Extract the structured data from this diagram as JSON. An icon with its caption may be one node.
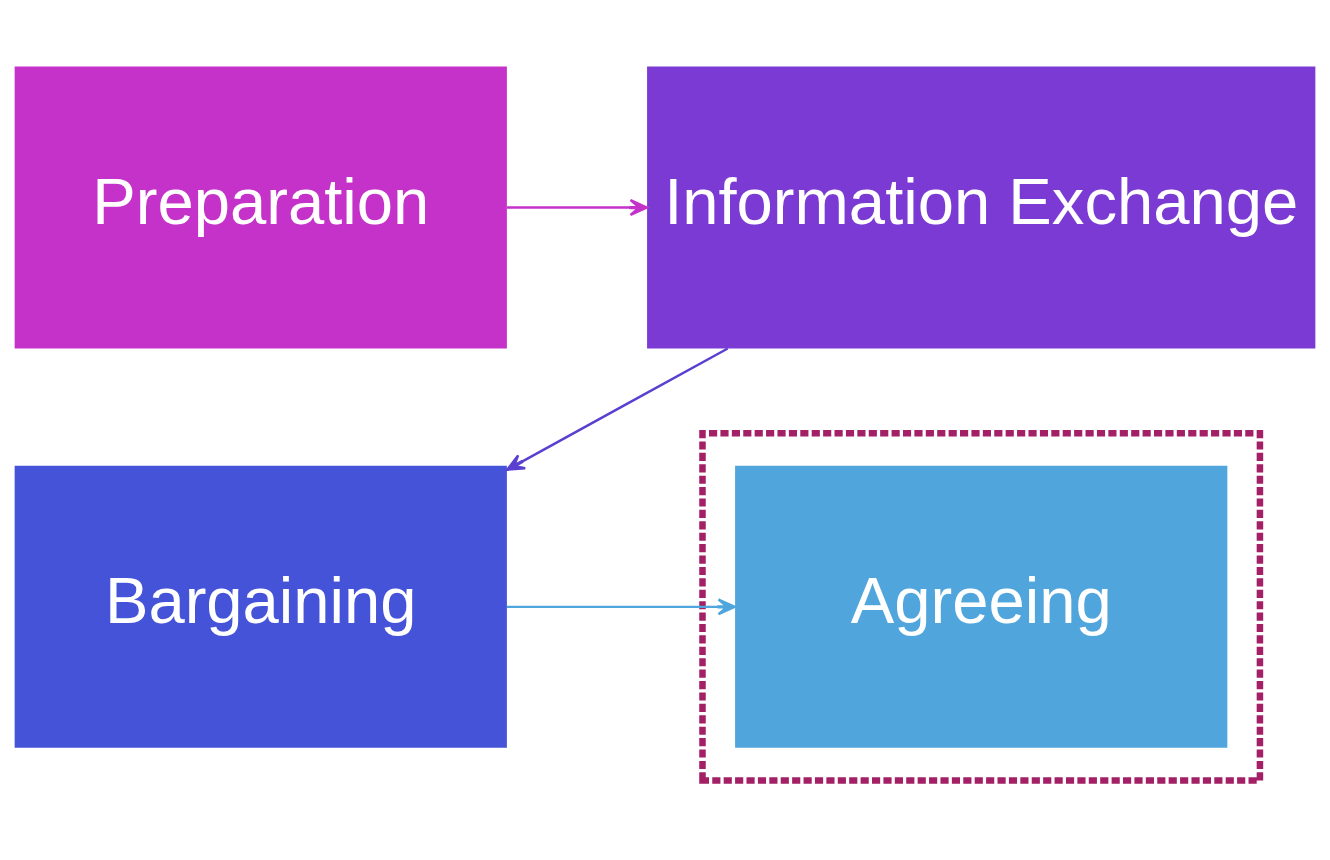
{
  "diagram": {
    "nodes": [
      {
        "text": [
          "Preparation"
        ]
      },
      {
        "text": [
          "Information Exchange"
        ]
      },
      {
        "text": [
          "Bargaining"
        ]
      },
      {
        "text": [],
        "shape": "box"
      },
      {
        "text": [
          "Agreeing"
        ],
        "in": 3
      }
    ],
    "edges": [
      {
        "from": 0,
        "to": 1,
        "arrow": "to",
        "color": "#c532c9"
      },
      {
        "from": 1,
        "to": 2,
        "arrow": "to",
        "color": "#5a3fd0"
      },
      {
        "from": 2,
        "to": 4,
        "arrow": "to",
        "color": "#4fa6dc"
      }
    ]
  }
}
